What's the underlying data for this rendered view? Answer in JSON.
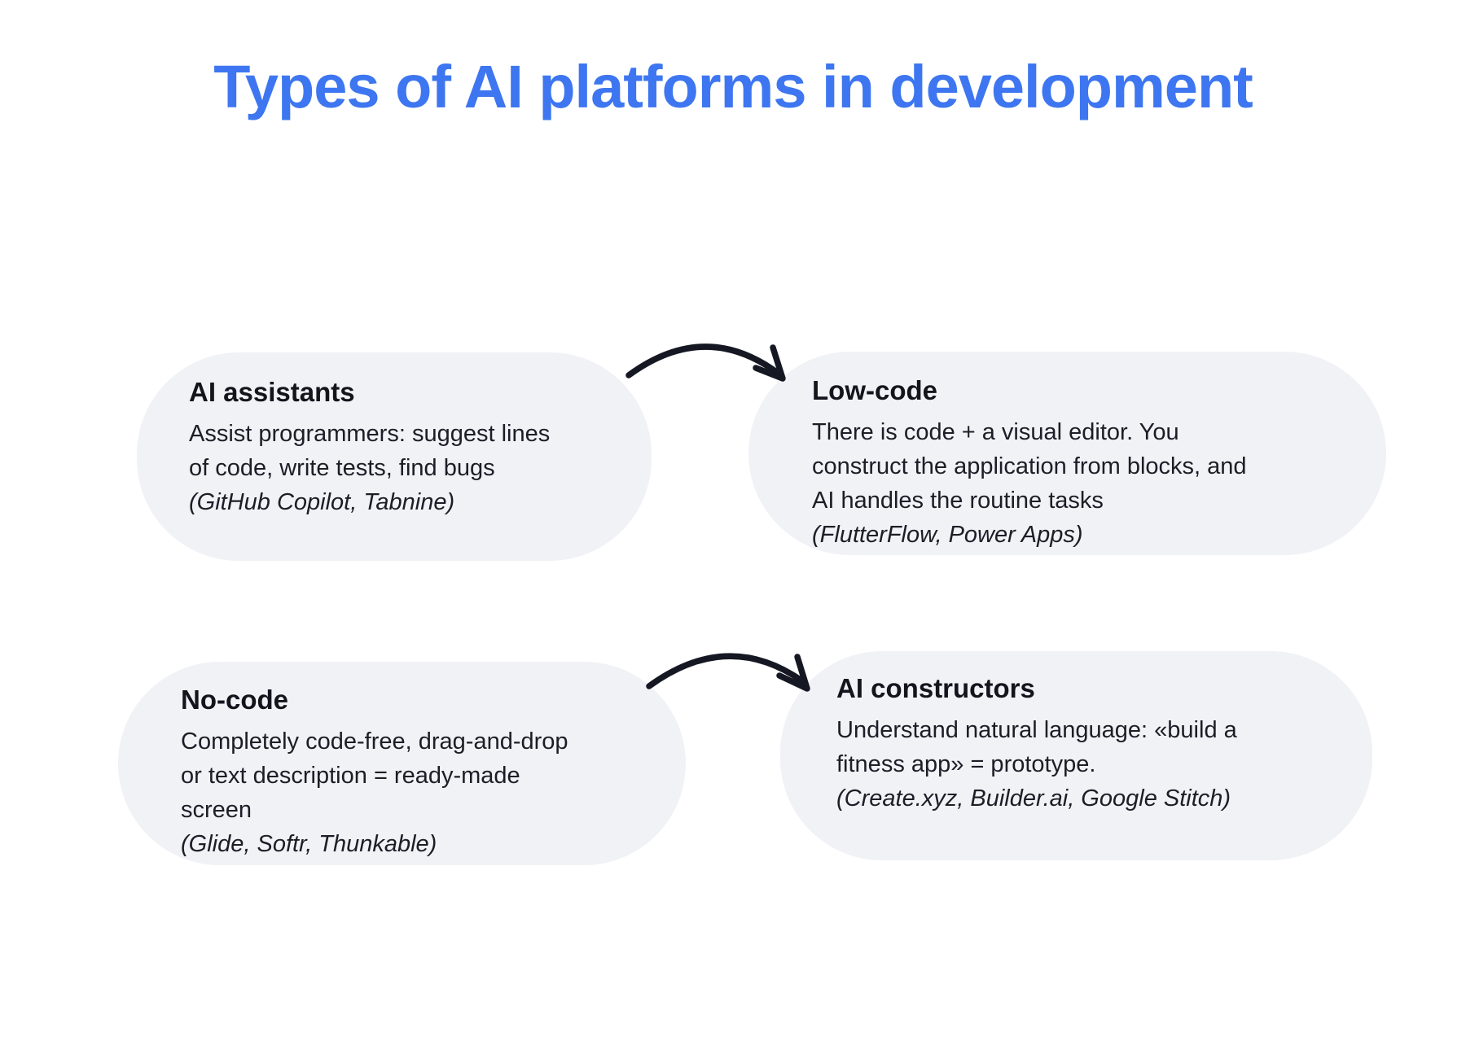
{
  "title": {
    "text": "Types of AI platforms in development"
  },
  "cards": [
    {
      "id": "ai-assistants",
      "heading": "AI assistants",
      "body": "Assist programmers: suggest lines of code, write tests, find bugs",
      "examples": "(GitHub Copilot, Tabnine)"
    },
    {
      "id": "low-code",
      "heading": "Low-code",
      "body": "There is code + a visual editor. You construct the application from blocks, and AI handles the routine tasks",
      "examples": "(FlutterFlow, Power Apps)"
    },
    {
      "id": "no-code",
      "heading": "No-code",
      "body": "Completely code-free, drag-and-drop or text description = ready-made screen",
      "examples": "(Glide, Softr, Thunkable)"
    },
    {
      "id": "ai-constructors",
      "heading": "AI constructors",
      "body": "Understand natural language: «build a fitness app» = prototype.",
      "examples": "(Create.xyz, Builder.ai, Google Stitch)"
    }
  ],
  "arrows": [
    {
      "from": "ai-assistants",
      "to": "low-code"
    },
    {
      "from": "no-code",
      "to": "ai-constructors"
    }
  ],
  "colors": {
    "background": "#ffffff",
    "card_background": "#f1f2f6",
    "title_blue": "#3d76f0",
    "heading_text": "#13151d",
    "body_text": "#1c1e27",
    "arrow": "#151823"
  }
}
